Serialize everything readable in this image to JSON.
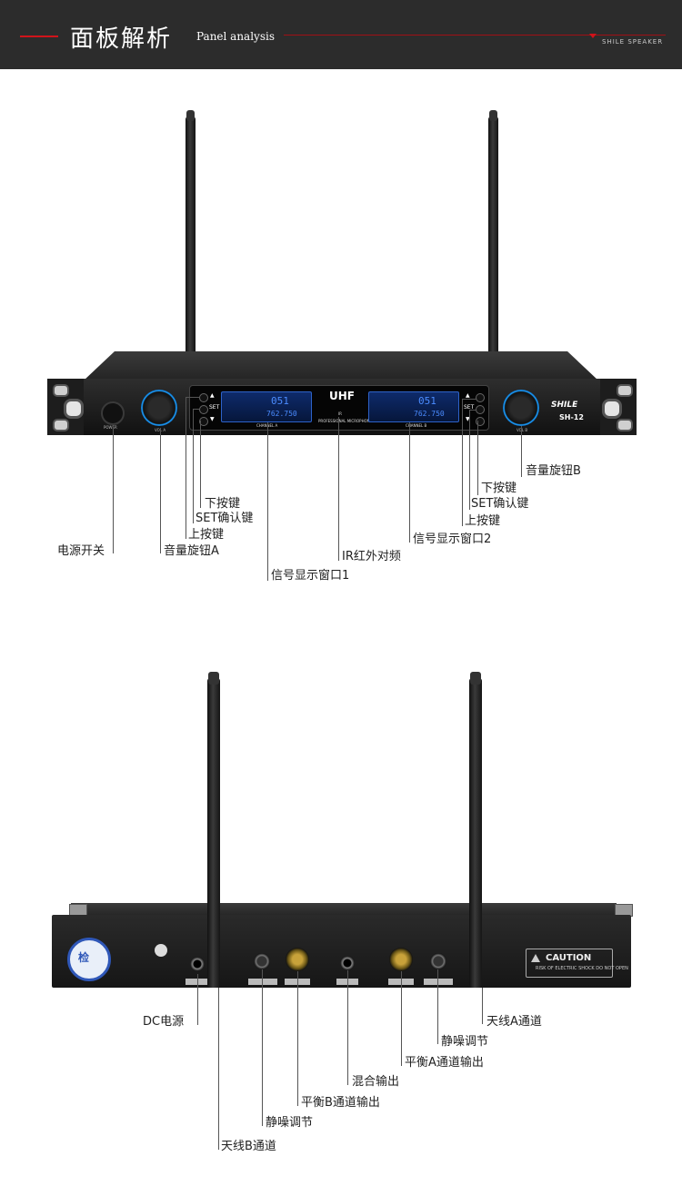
{
  "header": {
    "title_cn": "面板解析",
    "title_en": "Panel analysis",
    "brand": "SHILE SPEAKER"
  },
  "front_panel": {
    "power_label": "POWER",
    "vol_a_label": "VOL A",
    "vol_b_label": "VOL B",
    "set_label": "SET",
    "up_symbol": "▲",
    "down_symbol": "▼",
    "uhf": "UHF",
    "ir_label": "IR",
    "professional": "PROFESSIONAL MICROPHONE",
    "channel_a": "CHANNEL A",
    "channel_b": "CHANNEL B",
    "lcd_a_channel": "051",
    "lcd_a_freq": "762.750",
    "lcd_b_channel": "051",
    "lcd_b_freq": "762.750",
    "brand_logo": "SHILE",
    "model": "SH-12"
  },
  "front_labels": {
    "power_switch": "电源开关",
    "volume_knob_a": "音量旋钮A",
    "up_key_a": "上按键",
    "set_confirm_a": "SET确认键",
    "down_key_a": "下按键",
    "display_window_1": "信号显示窗口1",
    "ir_pairing": "IR红外对频",
    "display_window_2": "信号显示窗口2",
    "up_key_b": "上按键",
    "set_confirm_b": "SET确认键",
    "down_key_b": "下按键",
    "volume_knob_b": "音量旋钮B"
  },
  "rear_panel": {
    "sticker": "检",
    "caution_title": "CAUTION",
    "caution_sub": "RISK OF ELECTRIC SHOCK DO NOT OPEN"
  },
  "rear_labels": {
    "dc_power": "DC电源",
    "antenna_b": "天线B通道",
    "squelch_b": "静噪调节",
    "balanced_out_b": "平衡B通道输出",
    "mix_out": "混合输出",
    "balanced_out_a": "平衡A通道输出",
    "squelch_a": "静噪调节",
    "antenna_a": "天线A通道"
  }
}
